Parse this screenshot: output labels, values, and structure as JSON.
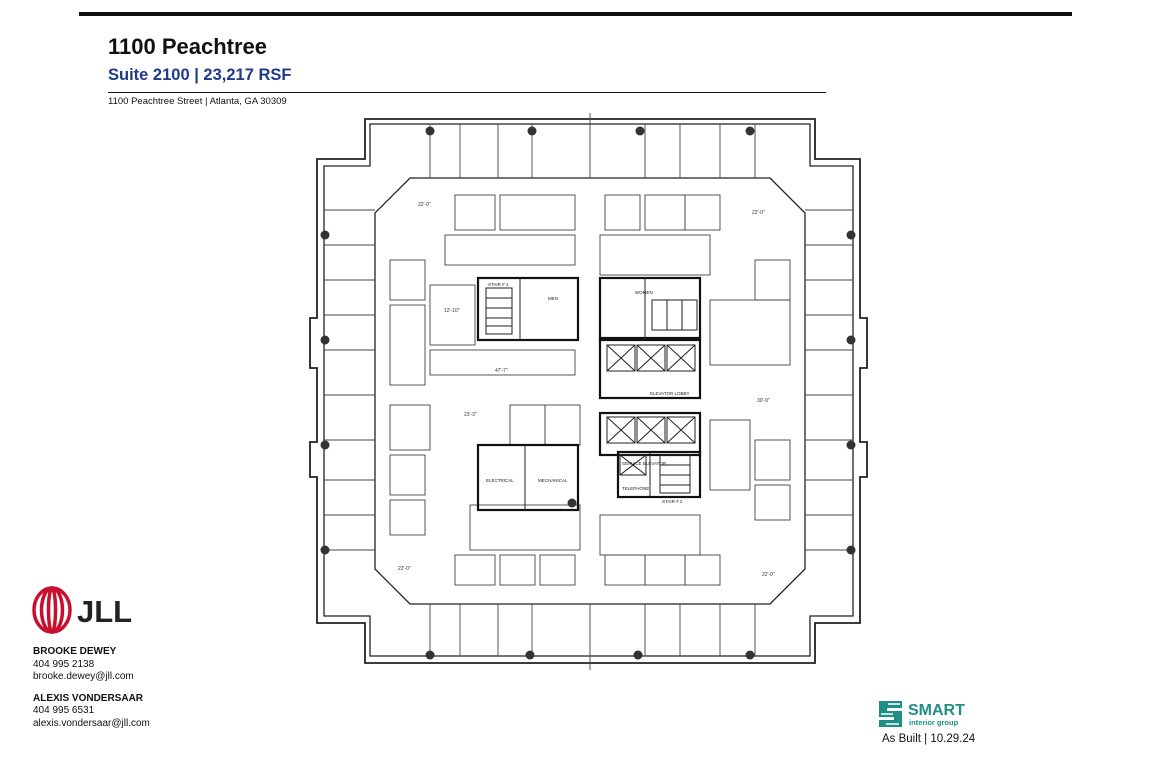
{
  "header": {
    "title": "1100 Peachtree",
    "subtitle": "Suite 2100 | 23,217 RSF",
    "address": "1100 Peachtree Street | Atlanta, GA 30309"
  },
  "floorplan": {
    "rooms": {
      "elevator_lobby": "ELEVATOR LOBBY",
      "electrical": "ELECTRICAL",
      "mechanical": "MECHANICAL",
      "service_elevator": "SERVICE ELEVATOR",
      "telephone": "TELEPHONE",
      "stair1": "STAIR # 1",
      "stair2": "STAIR # 2",
      "mens": "MEN",
      "womens": "WOMEN"
    },
    "dimensions": {
      "d1": "22'-0\"",
      "d2": "22'-0\"",
      "d3": "22'-0\"",
      "d4": "22'-0\"",
      "d5": "12'-10\"",
      "d6": "47'-7\"",
      "d7": "23'-3\"",
      "d8": "30'-9\""
    }
  },
  "branding": {
    "jll_logo_text": "JLL",
    "smart_logo_text": "SMART",
    "smart_logo_sub": "interior group",
    "brand_red": "#c8102e",
    "smart_teal": "#1f8f86"
  },
  "contacts": [
    {
      "name": "BROOKE DEWEY",
      "phone": "404 995 2138",
      "email": "brooke.dewey@jll.com"
    },
    {
      "name": "ALEXIS VONDERSAAR",
      "phone": "404 995 6531",
      "email": "alexis.vondersaar@jll.com"
    }
  ],
  "footer": {
    "as_built": "As Built | 10.29.24"
  }
}
